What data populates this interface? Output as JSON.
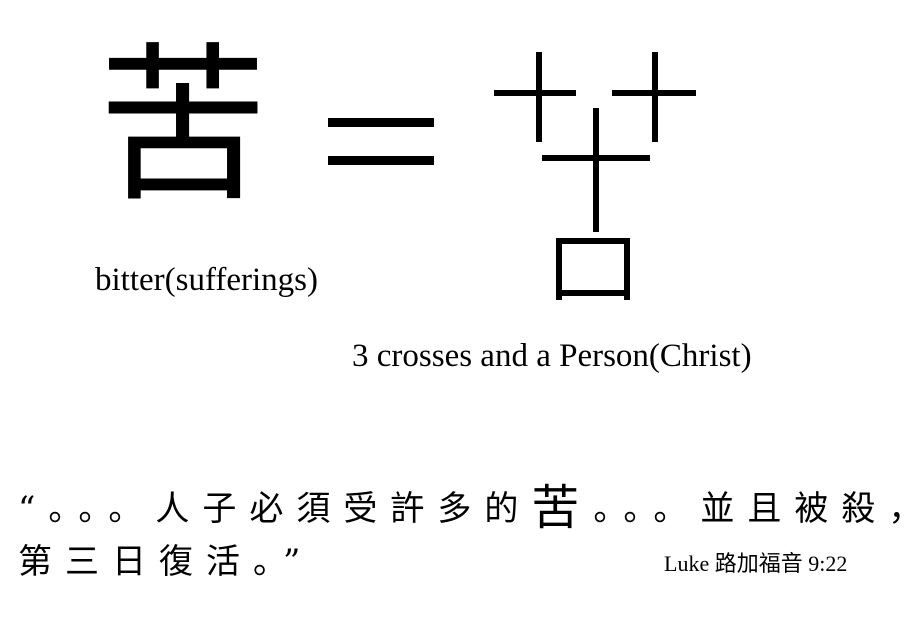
{
  "slide": {
    "main_character": "苦",
    "equals_sign": "＝",
    "left_caption": "bitter(sufferings)",
    "right_caption": "3 crosses and a Person(Christ)",
    "verse_line1_start": "“。。。人子必須受許多的",
    "verse_line1_highlight": "苦",
    "verse_line1_end": "。。。並且被殺，",
    "verse_line2": "第三日復活。”",
    "reference": "Luke 路加福音 9:22"
  },
  "colors": {
    "ink": "#000000",
    "background": "#ffffff"
  }
}
